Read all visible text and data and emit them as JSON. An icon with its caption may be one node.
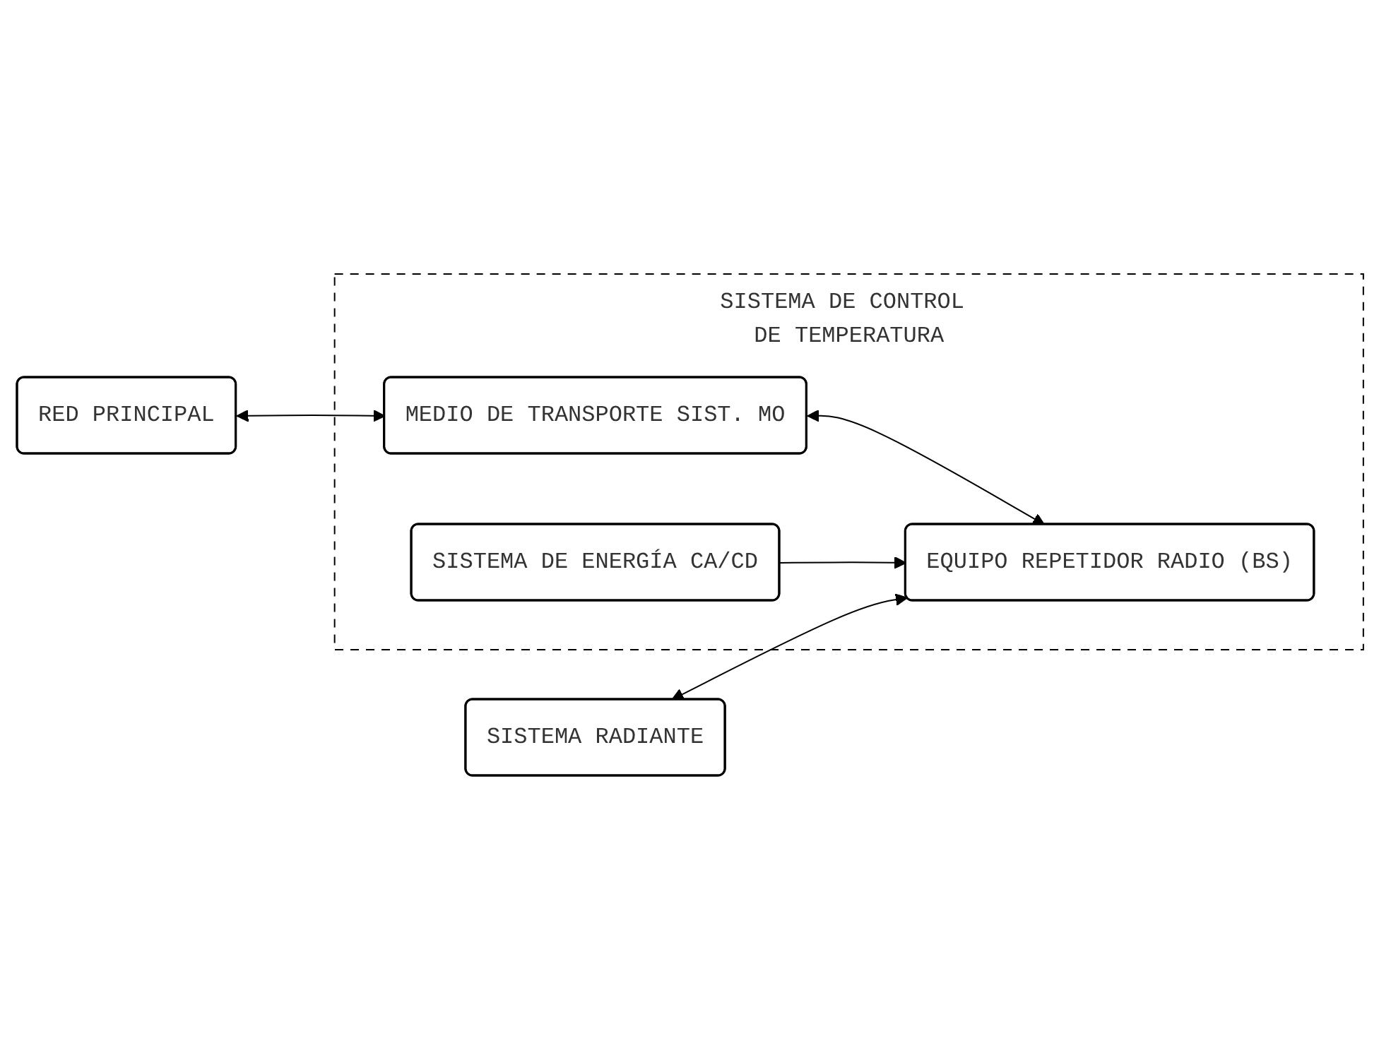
{
  "diagram": {
    "nodes": [
      {
        "text": [
          "SISTEMA RADIANTE"
        ]
      },
      {
        "text": [
          "RED PRINCIPAL"
        ]
      },
      {
        "text": [
          "SISTEMA DE CONTROL DE TEMPERATURA"
        ]
      },
      {
        "text": [
          "MEDIO DE TRANSPORTE SIST. MO"
        ],
        "in": 2
      },
      {
        "text": [
          "EQUIPO REPETIDOR RADIO (BS)"
        ],
        "in": 2
      },
      {
        "text": [
          "SISTEMA DE ENERGÍA CA/CD"
        ],
        "in": 2
      }
    ],
    "edges": [
      {
        "from": 1,
        "to": 3,
        "arrow": "both"
      },
      {
        "from": 3,
        "to": 4,
        "arrow": "both"
      },
      {
        "from": 0,
        "to": 4,
        "arrow": "both"
      },
      {
        "from": 5,
        "to": 4,
        "arrow": "to"
      }
    ]
  }
}
